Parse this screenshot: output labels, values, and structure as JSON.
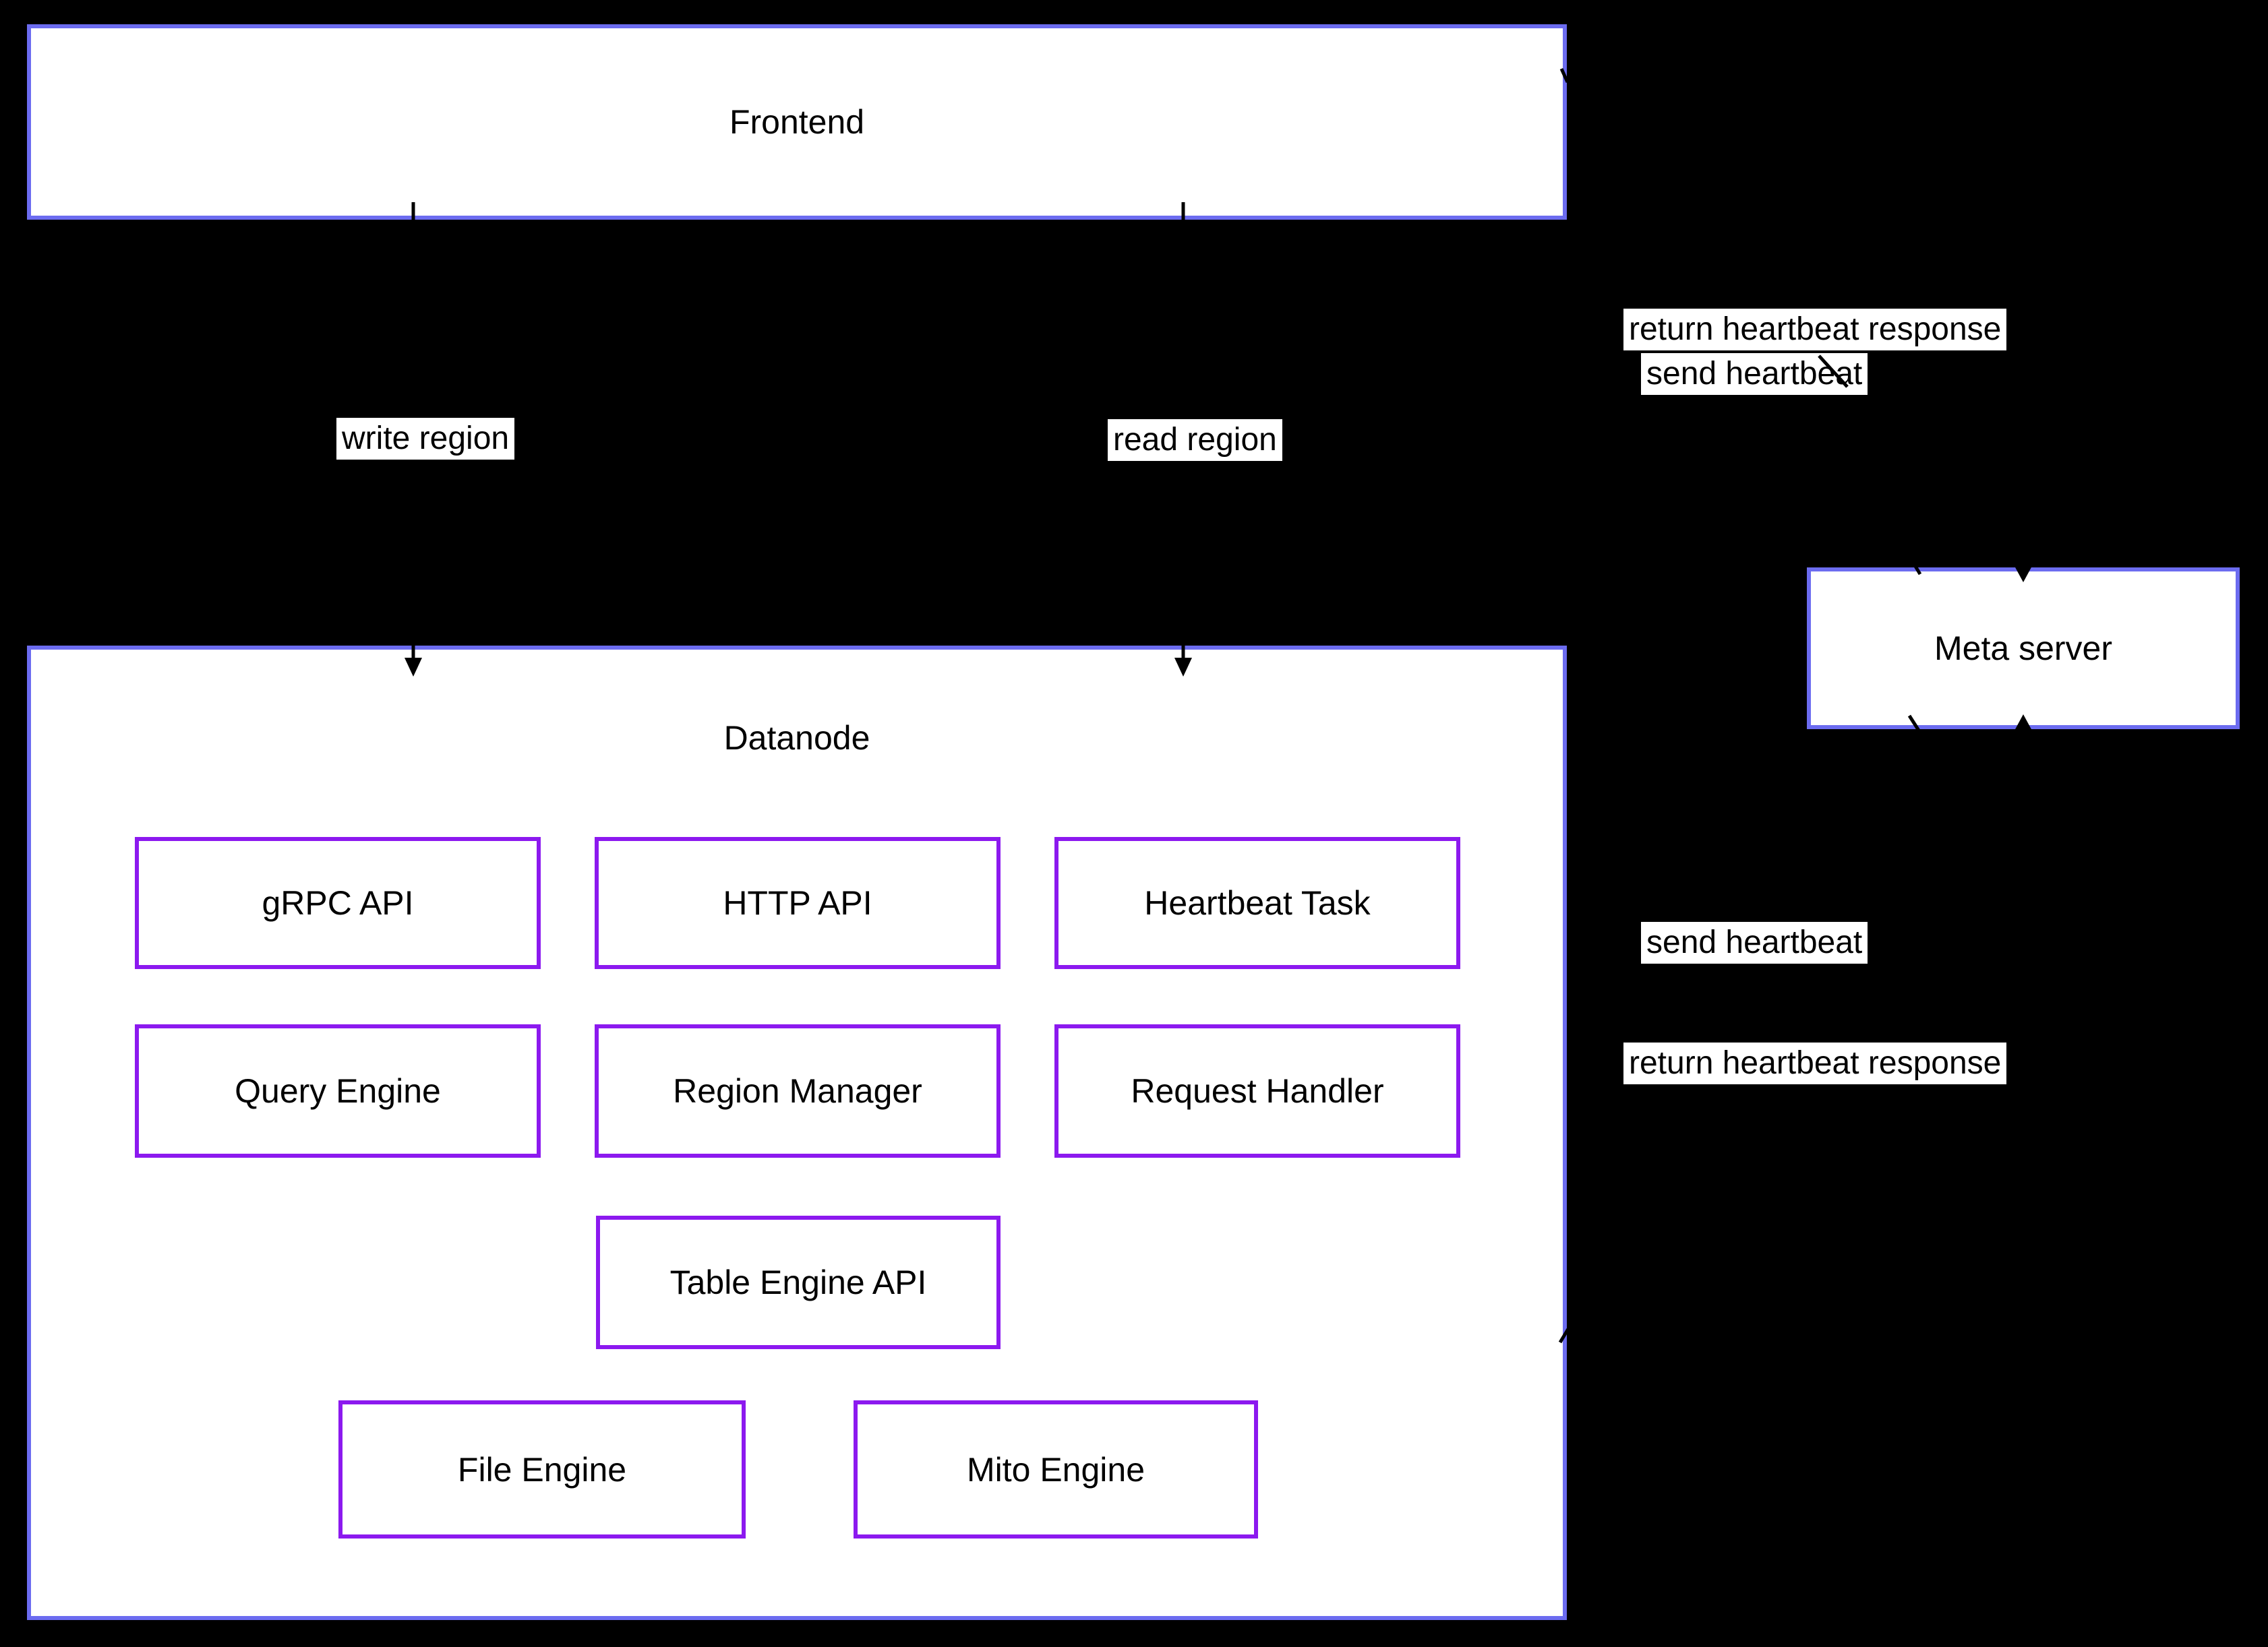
{
  "colors": {
    "background": "#000000",
    "outer_border": "#6c6cf0",
    "inner_border": "#8c19ef",
    "box_fill": "#ffffff",
    "text": "#000000",
    "label_background": "#ffffff"
  },
  "nodes": {
    "frontend": {
      "label": "Frontend"
    },
    "datanode": {
      "label": "Datanode"
    },
    "meta_server": {
      "label": "Meta server"
    }
  },
  "components": [
    {
      "label": "gRPC API"
    },
    {
      "label": "HTTP API"
    },
    {
      "label": "Heartbeat Task"
    },
    {
      "label": "Query Engine"
    },
    {
      "label": "Region Manager"
    },
    {
      "label": "Request Handler"
    },
    {
      "label": "Table Engine API"
    },
    {
      "label": "File Engine"
    },
    {
      "label": "Mito Engine"
    }
  ],
  "edge_labels": {
    "write_region": "write region",
    "read_region": "read region",
    "return_heartbeat_top": "return heartbeat response",
    "send_heartbeat_top": "send heartbeat",
    "send_heartbeat_bottom": "send heartbeat",
    "return_heartbeat_bottom": "return heartbeat response"
  }
}
